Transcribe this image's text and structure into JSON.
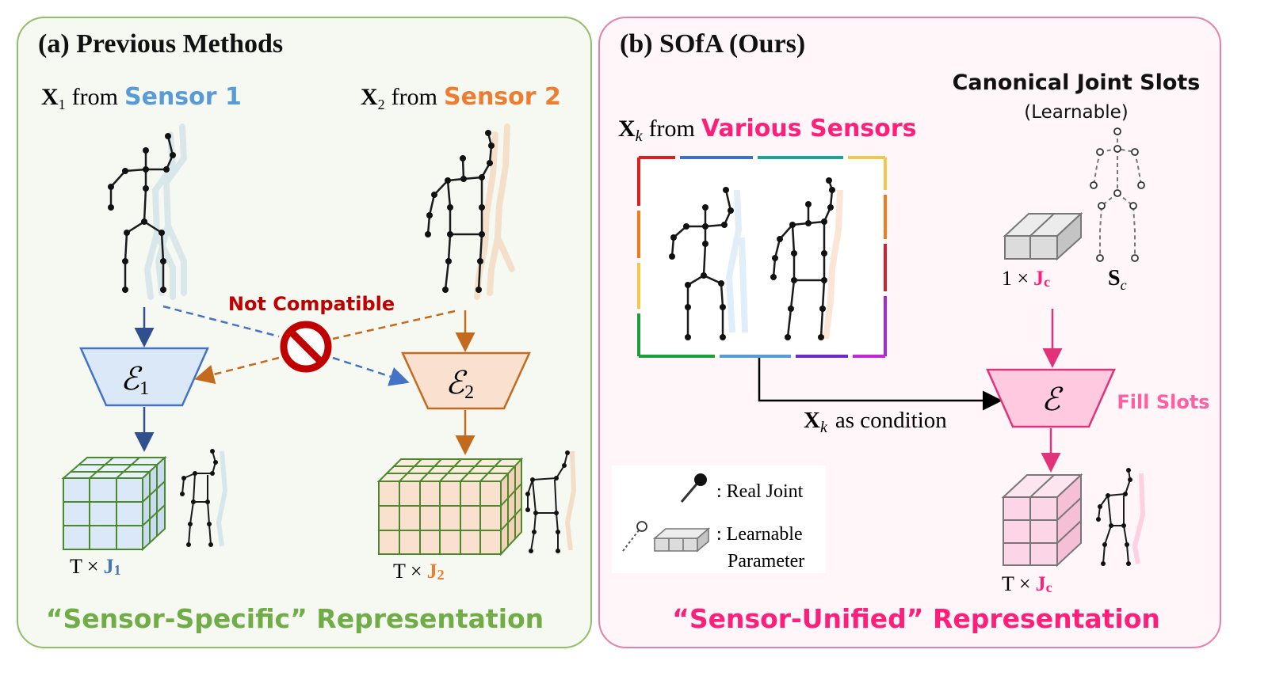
{
  "colors": {
    "panel_a_bg": "#f6f9f1",
    "panel_a_border": "#8fbf6a",
    "panel_b_bg": "#fff6f9",
    "panel_b_border": "#e87fa9",
    "sensor1": "#5b9bd5",
    "sensor2": "#ed7d31",
    "green_text": "#70ad47",
    "pink_text": "#ff1f7a",
    "dark_red": "#c00000",
    "fill_pink": "#ff5ea0"
  },
  "panel_a": {
    "title": "(a) Previous Methods",
    "x1_sym": "X",
    "x1_sub": "1",
    "x1_from": "from",
    "x1_sensor": "Sensor 1",
    "x2_sym": "X",
    "x2_sub": "2",
    "x2_from": "from",
    "x2_sensor": "Sensor 2",
    "not_compatible": "Not Compatible",
    "enc1_sym": "ℰ",
    "enc1_sub": "1",
    "enc2_sym": "ℰ",
    "enc2_sub": "2",
    "dim1_prefix": "T ×",
    "dim1_j": "J",
    "dim1_sub": "1",
    "dim2_prefix": "T ×",
    "dim2_j": "J",
    "dim2_sub": "2",
    "bottom": "“Sensor-Specific” Representation"
  },
  "panel_b": {
    "title": "(b) SOfA (Ours)",
    "canonical_title": "Canonical Joint Slots",
    "canonical_sub": "(Learnable)",
    "xk_sym": "X",
    "xk_sub": "k",
    "xk_from": "from",
    "xk_sensors": "Various Sensors",
    "slot_dim_prefix": "1 ×",
    "slot_dim_j": "J",
    "slot_dim_sub": "c",
    "sc_sym": "S",
    "sc_sub": "c",
    "enc_sym": "ℰ",
    "fill_slots": "Fill Slots",
    "cond_sym": "X",
    "cond_sub": "k",
    "cond_text": "as condition",
    "legend_real": ": Real Joint",
    "legend_param_1": ": Learnable",
    "legend_param_2": "Parameter",
    "out_dim_prefix": "T ×",
    "out_dim_j": "J",
    "out_dim_sub": "c",
    "bottom": "“Sensor-Unified” Representation"
  }
}
